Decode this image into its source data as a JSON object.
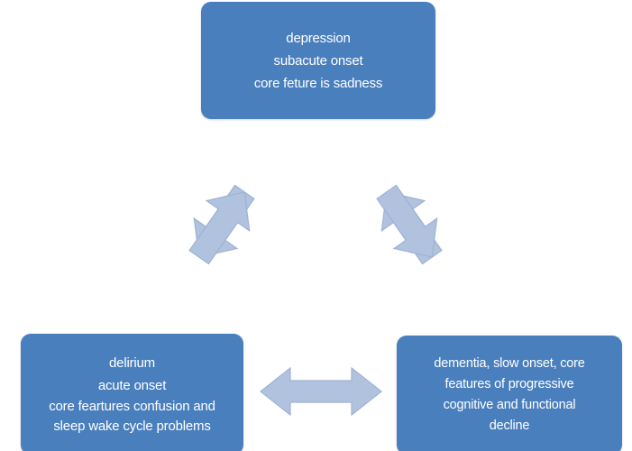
{
  "diagram": {
    "title": "delirium, dementia and depression comparison triad",
    "background_color": "#ffffff",
    "node_fill_color": "#4a7fbd",
    "node_text_color": "#ffffff",
    "arrow_fill_color": "#b0c2de",
    "arrow_stroke_color": "#9db3d3"
  },
  "nodes": {
    "depression": {
      "name": "depression",
      "lines": [
        "depression",
        "subacute onset",
        "core feture is sadness"
      ]
    },
    "delirium": {
      "name": "delirium",
      "lines": [
        "delirium",
        "acute onset",
        "core feartures confusion and",
        "sleep wake cycle problems"
      ]
    },
    "dementia": {
      "name": "dementia",
      "lines": [
        "dementia, slow onset, core",
        "features of progressive",
        "cognitive and functional",
        "decline"
      ]
    }
  },
  "arrows": [
    {
      "id": "arrow-left",
      "label": "double-headed-arrow-depression-delirium",
      "connects": [
        "depression",
        "delirium"
      ],
      "direction": "bidirectional",
      "orientation": "diagonal-up-right"
    },
    {
      "id": "arrow-right",
      "label": "double-headed-arrow-depression-dementia",
      "connects": [
        "depression",
        "dementia"
      ],
      "direction": "bidirectional",
      "orientation": "diagonal-down-right"
    },
    {
      "id": "arrow-bottom",
      "label": "double-headed-arrow-delirium-dementia",
      "connects": [
        "delirium",
        "dementia"
      ],
      "direction": "bidirectional",
      "orientation": "horizontal"
    }
  ]
}
